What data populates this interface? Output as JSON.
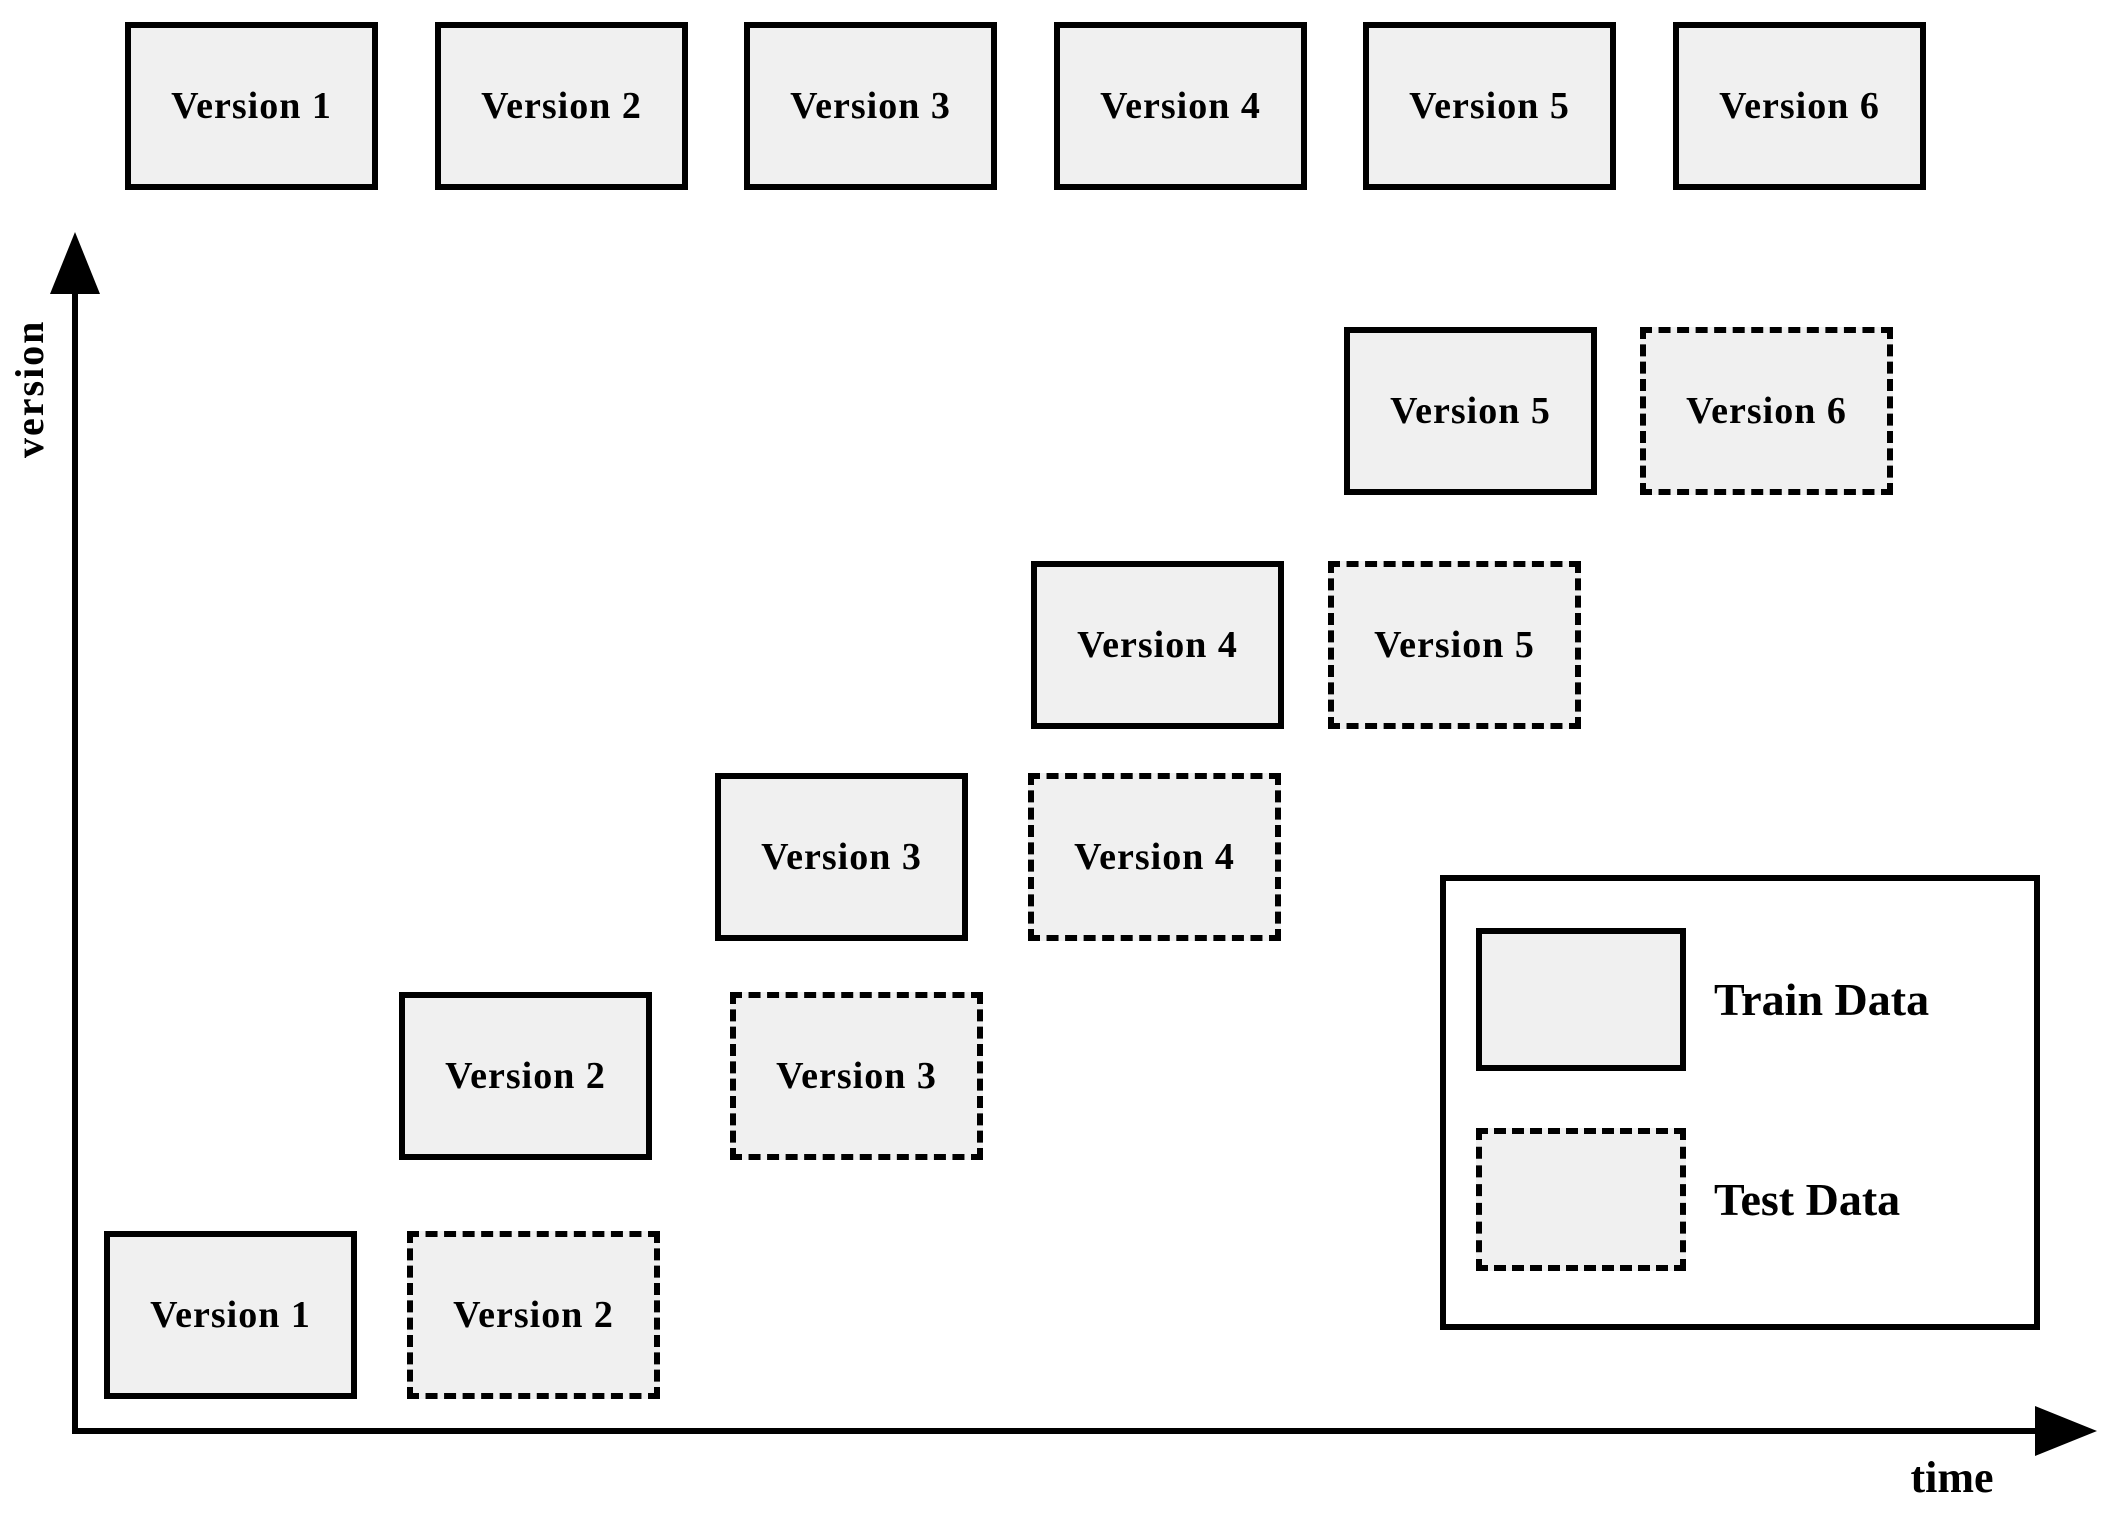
{
  "top_row": {
    "labels": [
      "Version 1",
      "Version 2",
      "Version 3",
      "Version 4",
      "Version 5",
      "Version 6"
    ]
  },
  "axes": {
    "y_label": "version",
    "x_label": "time"
  },
  "stairs": {
    "rows": [
      {
        "train_label": "Version 1",
        "test_label": "Version 2"
      },
      {
        "train_label": "Version 2",
        "test_label": "Version 3"
      },
      {
        "train_label": "Version 3",
        "test_label": "Version 4"
      },
      {
        "train_label": "Version 4",
        "test_label": "Version 5"
      },
      {
        "train_label": "Version 5",
        "test_label": "Version 6"
      }
    ]
  },
  "legend": {
    "train_label": "Train Data",
    "test_label": "Test Data"
  },
  "colors": {
    "box_fill": "#f0f0f0",
    "line": "#000000",
    "background": "#ffffff"
  }
}
